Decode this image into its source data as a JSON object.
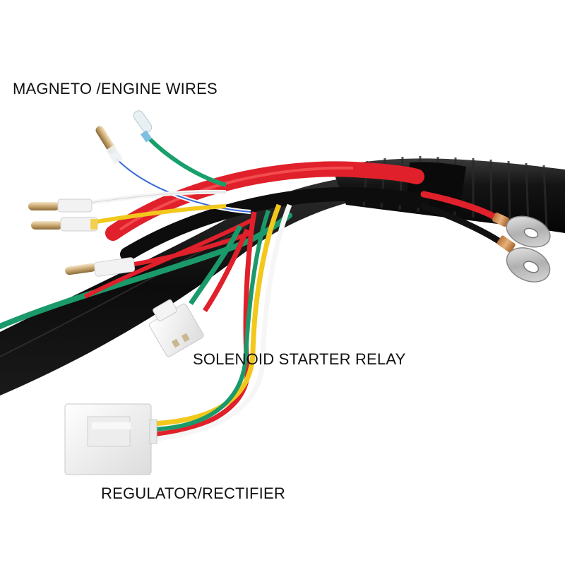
{
  "labels": {
    "magneto": "MAGNETO /ENGINE WIRES",
    "solenoid": "SOLENOID STARTER RELAY",
    "regulator": "REGULATOR/RECTIFIER"
  }
}
